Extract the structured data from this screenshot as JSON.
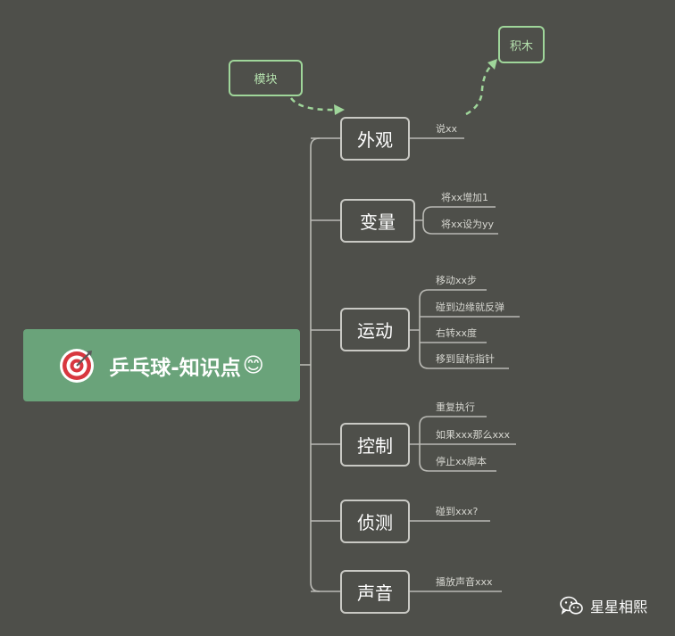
{
  "root": {
    "title": "乒乓球-知识点",
    "emoji": "😊"
  },
  "branches": [
    {
      "label": "外观",
      "items": [
        "说xx"
      ]
    },
    {
      "label": "变量",
      "items": [
        "将xx增加1",
        "将xx设为yy"
      ]
    },
    {
      "label": "运动",
      "items": [
        "移动xx步",
        "碰到边缘就反弹",
        "右转xx度",
        "移到鼠标指针"
      ]
    },
    {
      "label": "控制",
      "items": [
        "重复执行",
        "如果xxx那么xxx",
        "停止xx脚本"
      ]
    },
    {
      "label": "侦测",
      "items": [
        "碰到xxx?"
      ]
    },
    {
      "label": "声音",
      "items": [
        "播放声音xxx"
      ]
    }
  ],
  "annotations": {
    "module": "模块",
    "blocks": "积木"
  },
  "watermark": {
    "text": "星星相熙"
  },
  "colors": {
    "background": "#4e4f4a",
    "root_fill": "#6aa37a",
    "annotation": "#9fd69a",
    "line": "#b9b9b4"
  }
}
